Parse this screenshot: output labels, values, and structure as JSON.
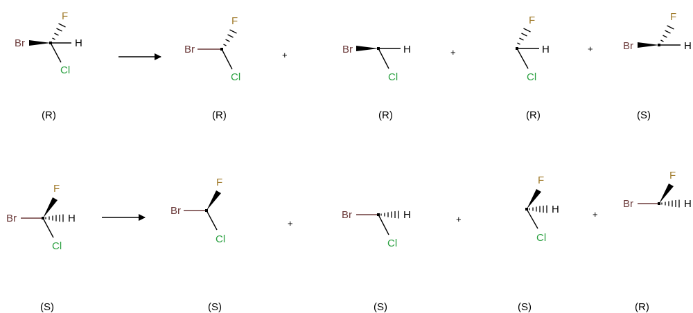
{
  "colors": {
    "bond": "#000000",
    "br": "#6b3a3a",
    "f": "#a07a2a",
    "cl": "#2aa040",
    "h": "#000000"
  },
  "atom_text": {
    "br": "Br",
    "f": "F",
    "cl": "Cl",
    "h": "H"
  },
  "plus_sign": "+",
  "rows": [
    {
      "reactant": {
        "label": "(R)"
      },
      "products": [
        {
          "label": "(R)"
        },
        {
          "label": "(R)"
        },
        {
          "label": "(R)"
        },
        {
          "label": "(S)"
        }
      ]
    },
    {
      "reactant": {
        "label": "(S)"
      },
      "products": [
        {
          "label": "(S)"
        },
        {
          "label": "(S)"
        },
        {
          "label": "(S)"
        },
        {
          "label": "(R)"
        }
      ]
    }
  ]
}
